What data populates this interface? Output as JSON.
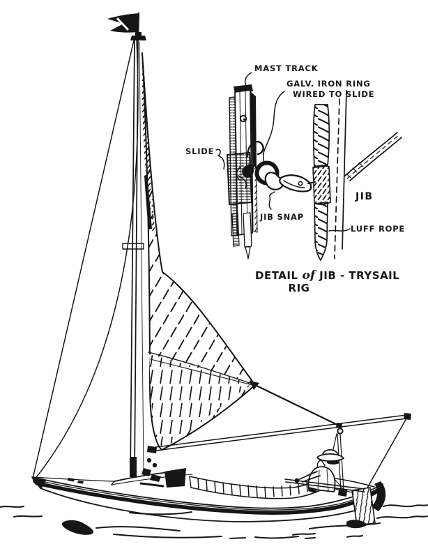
{
  "page": {
    "background": "#ffffff",
    "ink_color": "#161616"
  },
  "inset": {
    "labels": {
      "mast_track": "MAST TRACK",
      "galv_ring_line1": "GALV. IRON RING",
      "galv_ring_line2": "WIRED TO SLIDE",
      "slide": "SLIDE",
      "jib_snap": "JIB SNAP",
      "jib": "JIB",
      "luff_rope": "LUFF ROPE"
    },
    "caption": {
      "word1": "DETAIL",
      "word2": "of",
      "word3": "JIB - TRYSAIL",
      "line2": "RIG"
    }
  }
}
